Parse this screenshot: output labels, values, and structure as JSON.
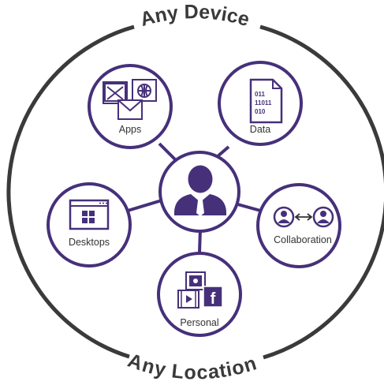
{
  "diagram": {
    "top_label": "Any Device",
    "bottom_label": "Any Location",
    "center": {
      "icon": "user-icon"
    },
    "nodes": {
      "apps": {
        "label": "Apps",
        "icon": "apps-icon"
      },
      "data": {
        "label": "Data",
        "icon": "data-file-icon",
        "binary_lines": [
          "011",
          "11011",
          "010"
        ]
      },
      "desktops": {
        "label": "Desktops",
        "icon": "windows-desktop-icon"
      },
      "collaboration": {
        "label": "Collaboration",
        "icon": "user-exchange-icon"
      },
      "personal": {
        "label": "Personal",
        "icon": "social-media-icon",
        "badge": "f"
      }
    }
  },
  "colors": {
    "accent": "#46307a",
    "text": "#333333",
    "ring": "#3a3a3a"
  }
}
